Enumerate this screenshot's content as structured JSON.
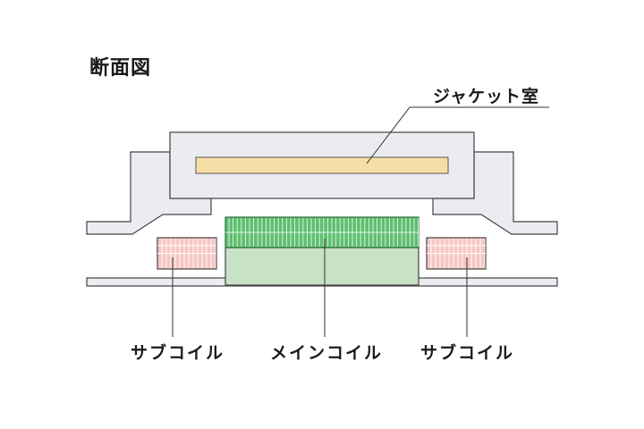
{
  "title": "断面図",
  "labels": {
    "jacket_chamber": "ジャケット室",
    "sub_coil_left": "サブコイル",
    "main_coil": "メインコイル",
    "sub_coil_right": "サブコイル"
  },
  "colors": {
    "outline": "#444444",
    "housing_fill": "#ebebf2",
    "jacket_fill": "#f6dfa6",
    "main_coil_fill": "#5dc06f",
    "core_fill": "#c7e2c5",
    "sub_coil_fill": "#f7c6c4",
    "leader": "#333333"
  }
}
